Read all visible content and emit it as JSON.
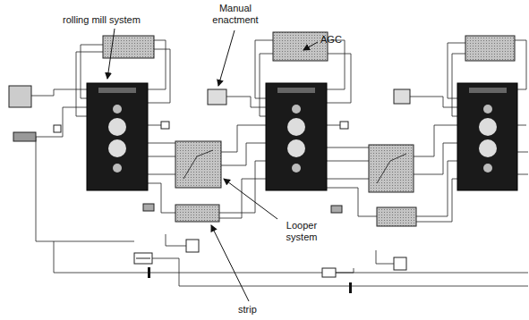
{
  "diagram": {
    "labels": [
      "rolling mill system",
      "Manual enactment",
      "AGC",
      "Looper system",
      "strip"
    ]
  }
}
